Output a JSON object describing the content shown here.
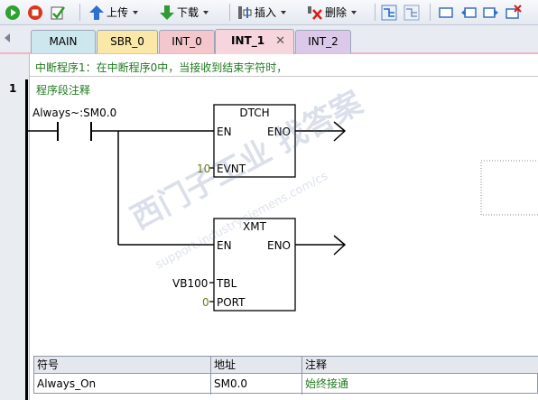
{
  "toolbar": {
    "upload_label": "上传",
    "download_label": "下载",
    "insert_label": "插入",
    "delete_label": "删除"
  },
  "tabs": [
    {
      "label": "MAIN",
      "color": "#cde7ef"
    },
    {
      "label": "SBR_0",
      "color": "#f9e8a8"
    },
    {
      "label": "INT_0",
      "color": "#f3c7cc"
    },
    {
      "label": "INT_1",
      "color": "#f7d5dd",
      "active": true
    },
    {
      "label": "INT_2",
      "color": "#dcc9ea"
    }
  ],
  "editor": {
    "program_comment": "中断程序1：在中断程序0中，当接收到结束字符时，",
    "network_number": "1",
    "network_comment": "程序段注释",
    "contact_label": "Always~:SM0.0",
    "dtch": {
      "title": "DTCH",
      "en": "EN",
      "eno": "ENO",
      "evnt_label": "EVNT",
      "evnt_value": "10"
    },
    "xmt": {
      "title": "XMT",
      "en": "EN",
      "eno": "ENO",
      "tbl_label": "TBL",
      "tbl_value": "VB100",
      "port_label": "PORT",
      "port_value": "0"
    }
  },
  "symbol_table": {
    "headers": [
      "符号",
      "地址",
      "注释"
    ],
    "rows": [
      [
        "Always_On",
        "SM0.0",
        "始终接通"
      ]
    ]
  },
  "watermark": {
    "text": "西门子工业 找答案",
    "url": "support.industry.siemens.com/cs"
  },
  "colors": {
    "comment_green": "#1f7a1f",
    "active_tab": "#f7d5dd"
  }
}
